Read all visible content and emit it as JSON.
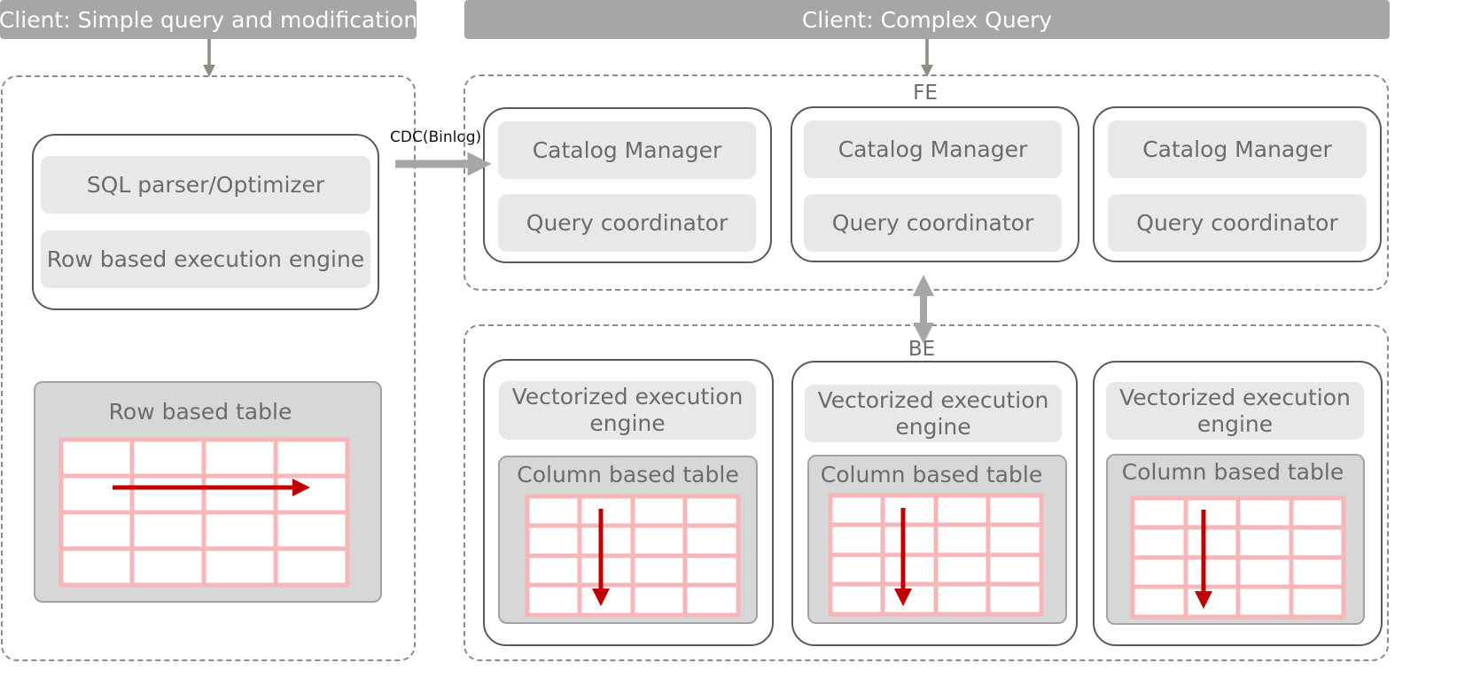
{
  "left_header": "Client: Simple query and modification",
  "right_header": "Client: Complex Query",
  "left_node": {
    "parser": "SQL parser/Optimizer",
    "engine": "Row based execution engine"
  },
  "row_table": {
    "title": "Row based table"
  },
  "cdc_label": "CDC(Binlog)",
  "fe": {
    "label": "FE",
    "nodes": [
      {
        "catalog": "Catalog Manager",
        "coordinator": "Query coordinator"
      },
      {
        "catalog": "Catalog Manager",
        "coordinator": "Query coordinator"
      },
      {
        "catalog": "Catalog Manager",
        "coordinator": "Query coordinator"
      }
    ]
  },
  "be": {
    "label": "BE",
    "nodes": [
      {
        "engine": "Vectorized execution engine",
        "table": "Column based table"
      },
      {
        "engine": "Vectorized execution engine",
        "table": "Column based table"
      },
      {
        "engine": "Vectorized execution engine",
        "table": "Column based table"
      }
    ]
  },
  "colors": {
    "header_bg": "#a6a6a6",
    "grid": "#f7b6b8",
    "arrow_red": "#c00000",
    "arrow_gray": "#a6a6a6"
  }
}
